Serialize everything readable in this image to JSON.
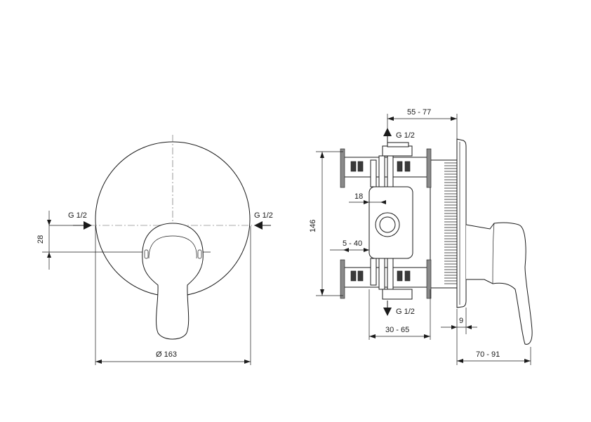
{
  "labels": {
    "front_inlet_left": "G 1/2",
    "front_inlet_right": "G 1/2",
    "front_offset": "28",
    "front_diameter": "Ø 163",
    "side_depth_top": "55 - 77",
    "side_outlet_top": "G 1/2",
    "side_dim_18": "18",
    "side_height": "146",
    "side_range_5_40": "5 - 40",
    "side_outlet_bottom": "G 1/2",
    "side_depth_bottom": "30 - 65",
    "side_dim_9": "9",
    "side_handle_depth": "70 - 91"
  }
}
